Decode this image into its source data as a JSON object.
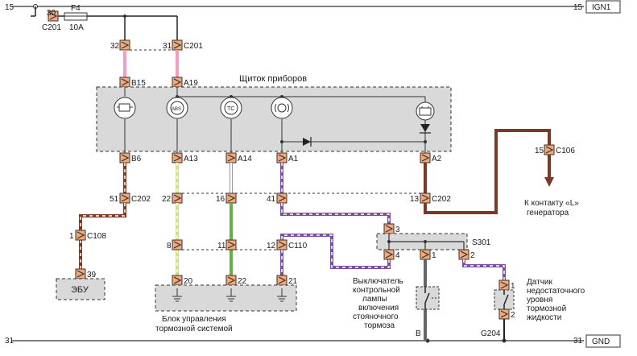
{
  "rails": {
    "top": {
      "left_num": "15",
      "right_num": "15",
      "label": "IGN1"
    },
    "bottom": {
      "left_num": "31",
      "right_num": "31",
      "label": "GND"
    }
  },
  "fuse": {
    "pin": "30",
    "connector": "C201",
    "name": "F4",
    "rating": "10A"
  },
  "c201_pins": {
    "p32": "32",
    "p31": "31",
    "connector": "C201"
  },
  "cluster": {
    "title": "Щиток приборов",
    "top_pins": {
      "b15": "B15",
      "a19": "A19"
    },
    "bottom_pins": {
      "b6": "B6",
      "a13": "A13",
      "a14": "A14",
      "a1": "A1",
      "a2": "A2"
    },
    "lamp_texts": {
      "abs": "ABS",
      "tc": "TC"
    }
  },
  "c202": {
    "p51": "51",
    "p22": "22",
    "p16": "16",
    "p41": "41",
    "p13": "13",
    "connector": "C202"
  },
  "c108": {
    "pin": "1",
    "connector": "C108"
  },
  "ecu": {
    "pin": "39",
    "label": "ЭБУ"
  },
  "c110": {
    "p8": "8",
    "p11": "11",
    "p12": "12",
    "connector": "C110"
  },
  "brake_module": {
    "pins": {
      "p20": "20",
      "p22": "22",
      "p21": "21"
    },
    "label_line1": "Блок управления",
    "label_line2": "тормозной системой"
  },
  "s301": {
    "label": "S301",
    "p3": "3",
    "p4": "4",
    "p1": "1",
    "p2": "2"
  },
  "c106": {
    "pin": "15",
    "connector": "C106"
  },
  "generator": {
    "line1": "К контакту «L»",
    "line2": "генератора"
  },
  "parking_switch": {
    "lines": [
      "Выключатель",
      "контрольной",
      "лампы",
      "включения",
      "стояночного",
      "тормоза"
    ],
    "ground": "B"
  },
  "fluid_sensor": {
    "pin1": "1",
    "pin2": "2",
    "lines": [
      "Датчик",
      "недостаточного",
      "уровня",
      "тормозной",
      "жидкости"
    ]
  },
  "ground_point": {
    "label": "G204"
  },
  "colors": {
    "wire_black": "#222222",
    "wire_pink": "#f29ec0",
    "wire_brown": "#7a3a28",
    "wire_purple": "#7a4fa0",
    "wire_green": "#6aae4c",
    "wire_lightgreen": "#cde08a",
    "wire_gray": "#666666",
    "connector_fill": "#f2a878",
    "box_fill": "#d9d9d9"
  }
}
